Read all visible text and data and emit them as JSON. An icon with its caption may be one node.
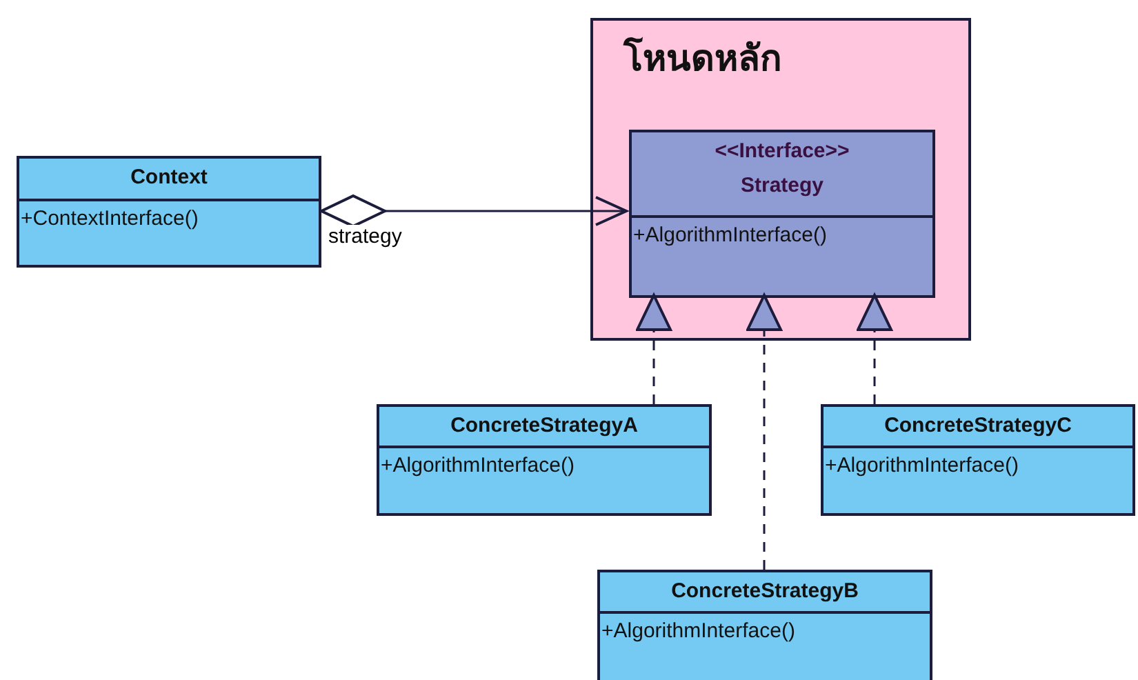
{
  "diagram": {
    "nodes": [
      {
        "text": [
          "โหนดหลัก"
        ]
      },
      {
        "text": [
          "Context",
          "+ContextInterface()"
        ]
      },
      {
        "text": [
          "<<Interface>>",
          "Strategy",
          "+AlgorithmInterface()"
        ],
        "in": 0
      },
      {
        "text": [
          "ConcreteStrategyA",
          "+AlgorithmInterface()"
        ]
      },
      {
        "text": [
          "ConcreteStrategyC",
          "+AlgorithmInterface()"
        ]
      },
      {
        "text": [
          "ConcreteStrategyB",
          "+AlgorithmInterface()"
        ]
      }
    ],
    "edges": [
      {
        "from": 1,
        "to": 2,
        "arrow": "to",
        "label": "strategy"
      },
      {
        "from": 3,
        "to": 2,
        "arrow": "to",
        "style": "dashed"
      },
      {
        "from": 5,
        "to": 2,
        "arrow": "to",
        "style": "dashed"
      },
      {
        "from": 4,
        "to": 2,
        "arrow": "to",
        "style": "dashed"
      }
    ]
  }
}
